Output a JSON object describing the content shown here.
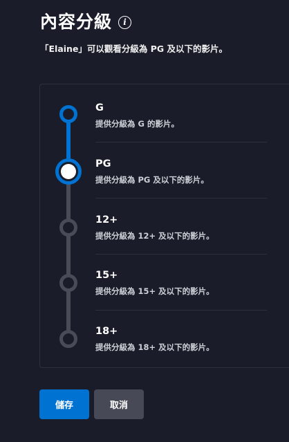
{
  "header": {
    "title": "內容分級",
    "info_icon_glyph": "i"
  },
  "subtitle": "「Elaine」可以觀看分級為 PG 及以下的影片。",
  "ratings": [
    {
      "label": "G",
      "description": "提供分級為 G 的影片。",
      "state": "allowed"
    },
    {
      "label": "PG",
      "description": "提供分級為 PG 及以下的影片。",
      "state": "selected"
    },
    {
      "label": "12+",
      "description": "提供分級為 12+ 及以下的影片。",
      "state": "not-allowed"
    },
    {
      "label": "15+",
      "description": "提供分級為 15+ 及以下的影片。",
      "state": "not-allowed"
    },
    {
      "label": "18+",
      "description": "提供分級為 18+ 及以下的影片。",
      "state": "not-allowed"
    }
  ],
  "actions": {
    "save_label": "儲存",
    "cancel_label": "取消"
  },
  "colors": {
    "background": "#1a1d29",
    "accent": "#0072d2",
    "inactive": "#494c57",
    "cancel_button": "#474a56"
  }
}
